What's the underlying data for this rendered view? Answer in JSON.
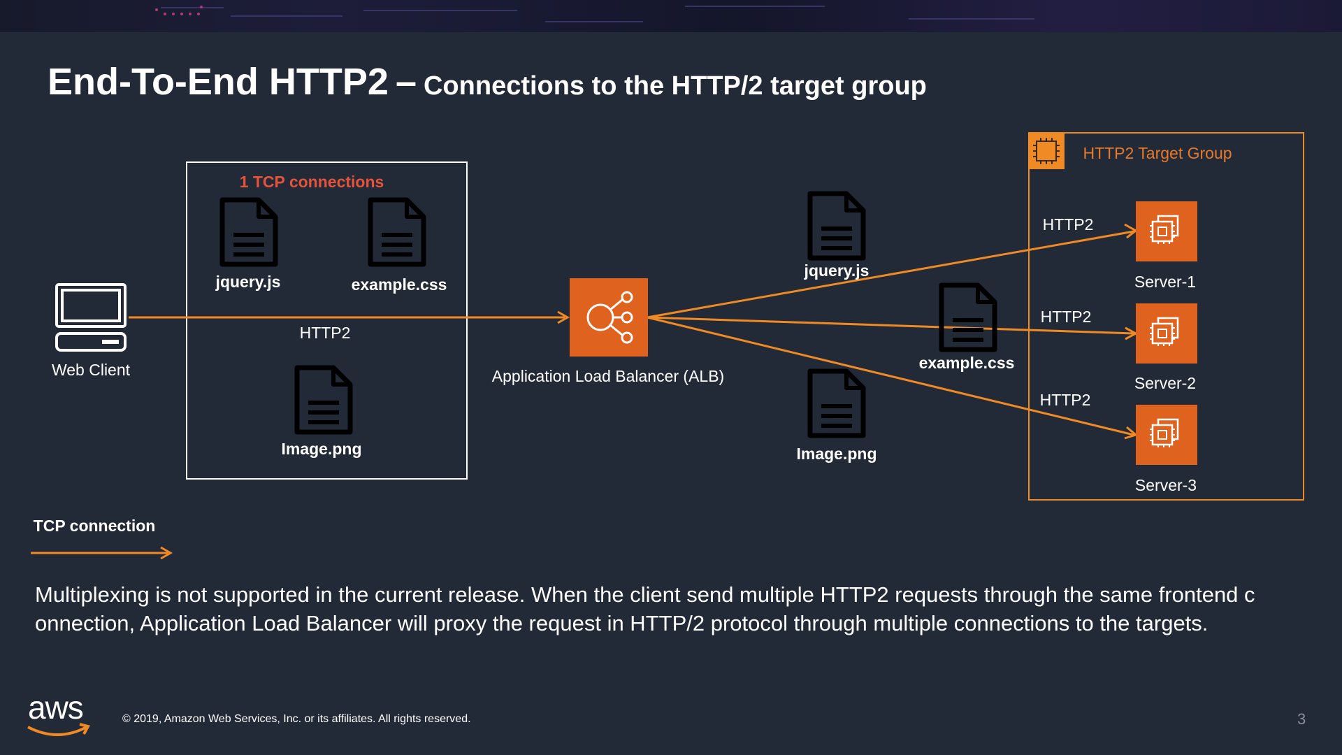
{
  "slide": {
    "title_main": "End-To-End HTTP2",
    "title_dash": "–",
    "title_sub": "Connections to the HTTP/2 target group"
  },
  "diagram": {
    "web_client_label": "Web Client",
    "tcp_box": {
      "heading": "1 TCP connections",
      "files": [
        "jquery.js",
        "example.css",
        "Image.png"
      ],
      "protocol": "HTTP2"
    },
    "alb_label": "Application Load Balancer (ALB)",
    "middle_files": [
      "jquery.js",
      "example.css",
      "Image.png"
    ],
    "target_group": {
      "title": "HTTP2 Target Group",
      "servers": [
        {
          "name": "Server-1",
          "protocol": "HTTP2"
        },
        {
          "name": "Server-2",
          "protocol": "HTTP2"
        },
        {
          "name": "Server-3",
          "protocol": "HTTP2"
        }
      ]
    },
    "legend": {
      "label": "TCP connection"
    }
  },
  "body_text": "Multiplexing is not supported in the current release. When the client send multiple HTTP2 requests through the same frontend connection, Application Load Balancer will proxy the request in HTTP/2 protocol through multiple connections to the targets.",
  "footer": {
    "copyright": "© 2019, Amazon Web Services, Inc. or its affiliates. All rights reserved.",
    "logo_text": "aws",
    "page_number": "3"
  },
  "colors": {
    "background": "#232a37",
    "accent_orange": "#f08a24",
    "heading_red": "#e5533b",
    "icon_orange": "#e0621f"
  }
}
